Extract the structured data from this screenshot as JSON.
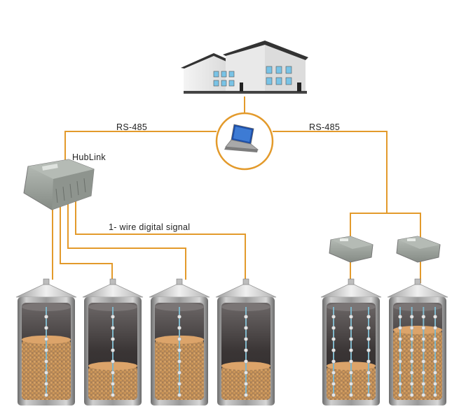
{
  "diagram": {
    "title": "Grain silo temperature monitoring network",
    "colors": {
      "wire": "#e39a2b",
      "silo_body": "#8a8a8a",
      "silo_inside": "#3d3838",
      "grain": "#c9935a",
      "sensor_cable": "#7fb6c9",
      "box": "#9aa09a"
    },
    "labels": {
      "rs485_left": "RS-485",
      "rs485_right": "RS-485",
      "hublink": "HubLink",
      "one_wire": "1- wire digital signal"
    },
    "nodes": [
      {
        "id": "building",
        "label": "Office building"
      },
      {
        "id": "computer",
        "label": "Laptop (monitoring PC)"
      },
      {
        "id": "hublink",
        "label": "HubLink"
      },
      {
        "id": "hub-right-1",
        "label": "Hub"
      },
      {
        "id": "hub-right-2",
        "label": "Hub"
      }
    ],
    "silos": [
      {
        "name": "silo-1",
        "cables": 1,
        "fill": 0.62
      },
      {
        "name": "silo-2",
        "cables": 1,
        "fill": 0.35
      },
      {
        "name": "silo-3",
        "cables": 1,
        "fill": 0.62
      },
      {
        "name": "silo-4",
        "cables": 1,
        "fill": 0.35
      },
      {
        "name": "silo-5",
        "cables": 3,
        "fill": 0.35
      },
      {
        "name": "silo-6",
        "cables": 4,
        "fill": 0.72
      }
    ]
  }
}
